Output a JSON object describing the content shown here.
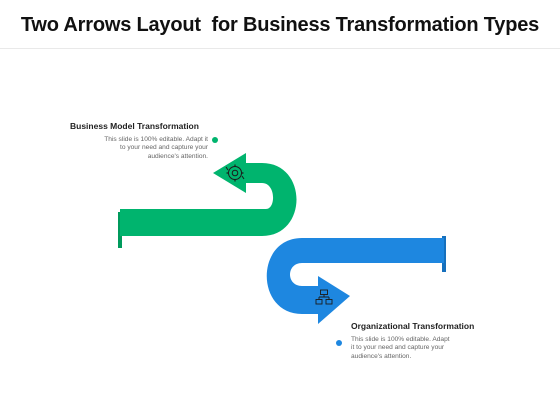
{
  "title": "Two Arrows Layout  for Business Transformation Types",
  "colors": {
    "green": "#00b46e",
    "green_shadow": "#009a5c",
    "blue": "#1e87e0",
    "blue_shadow": "#1670bd"
  },
  "items": [
    {
      "heading": "Business Model Transformation",
      "lines": [
        "This slide is 100% editable. Adapt it",
        "to your need  and capture your",
        "audience's attention."
      ],
      "icon": "gear-cycle-icon",
      "color": "green"
    },
    {
      "heading": "Organizational Transformation",
      "lines": [
        "This slide is 100% editable. Adapt",
        "it to your need  and capture your",
        "audience's attention."
      ],
      "icon": "org-chart-icon",
      "color": "blue"
    }
  ]
}
